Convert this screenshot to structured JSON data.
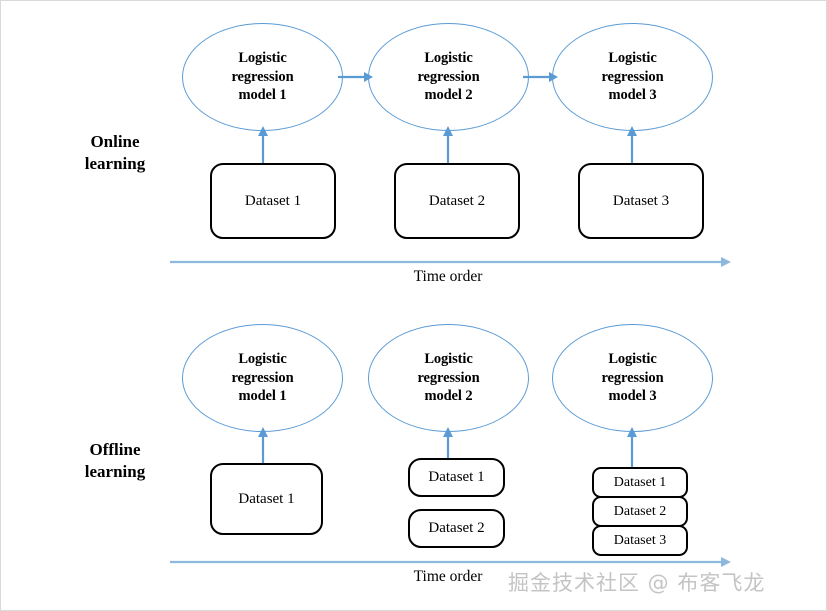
{
  "figure": {
    "background": "#ffffff",
    "accent_blue": "#5b9bd5",
    "box_outline": "#000000",
    "watermark_color": "#c4c4c4"
  },
  "rows": [
    {
      "label": "Online\nlearning",
      "label_line1": "Online",
      "label_line2": "learning",
      "models": [
        {
          "line1": "Logistic",
          "line2": "regression",
          "line3": "model 1"
        },
        {
          "line1": "Logistic",
          "line2": "regression",
          "line3": "model 2"
        },
        {
          "line1": "Logistic",
          "line2": "regression",
          "line3": "model 3"
        }
      ],
      "datasets": [
        [
          "Dataset 1"
        ],
        [
          "Dataset 2"
        ],
        [
          "Dataset 3"
        ]
      ],
      "chained": true,
      "time_label": "Time order"
    },
    {
      "label": "Offline\nlearning",
      "label_line1": "Offline",
      "label_line2": "learning",
      "models": [
        {
          "line1": "Logistic",
          "line2": "regression",
          "line3": "model 1"
        },
        {
          "line1": "Logistic",
          "line2": "regression",
          "line3": "model 2"
        },
        {
          "line1": "Logistic",
          "line2": "regression",
          "line3": "model 3"
        }
      ],
      "datasets": [
        [
          "Dataset 1"
        ],
        [
          "Dataset 1",
          "Dataset 2"
        ],
        [
          "Dataset 1",
          "Dataset 2",
          "Dataset 3"
        ]
      ],
      "chained": false,
      "time_label": "Time order"
    }
  ],
  "watermark": {
    "text": "掘金技术社区 @ 布客飞龙"
  }
}
